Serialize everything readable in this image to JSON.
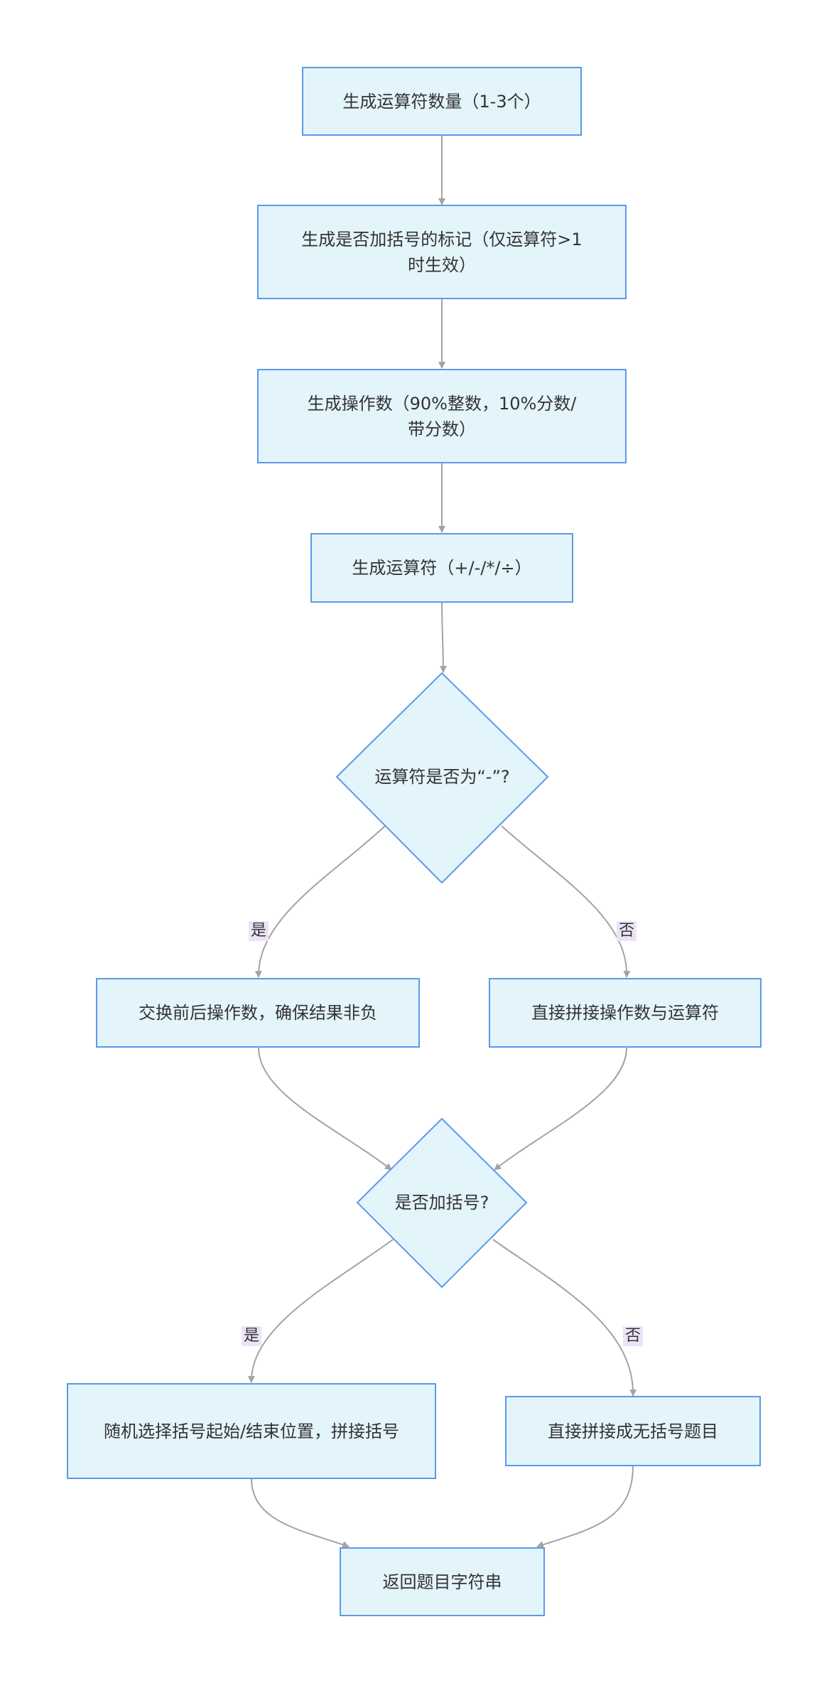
{
  "nodes": {
    "n1": "生成运算符数量（1-3个）",
    "n2": "生成是否加括号的标记（仅运算符>1时生效）",
    "n3": "生成操作数（90%整数，10%分数/带分数）",
    "n4": "生成运算符（+/-/*/÷）",
    "d1": "运算符是否为“-”?",
    "n5": "交换前后操作数，确保结果非负",
    "n6": "直接拼接操作数与运算符",
    "d2": "是否加括号?",
    "n7": "随机选择括号起始/结束位置，拼接括号",
    "n8": "直接拼接成无括号题目",
    "n9": "返回题目字符串"
  },
  "edge_labels": {
    "d1_yes": "是",
    "d1_no": "否",
    "d2_yes": "是",
    "d2_no": "否"
  },
  "colors": {
    "node_fill": "#e3f4fb",
    "node_stroke": "#5b9ae8",
    "edge": "#a3a3a3",
    "edge_label_bg": "#ece3f8",
    "text": "#333333"
  }
}
